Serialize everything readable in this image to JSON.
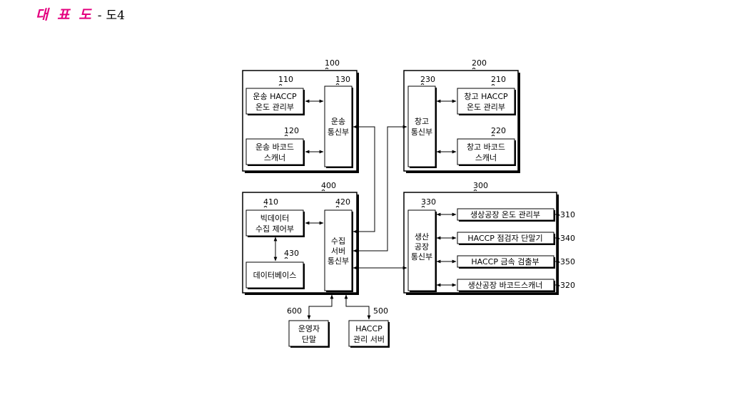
{
  "header": {
    "title": "대 표 도",
    "separator": "-",
    "figure": "도4"
  },
  "diagram": {
    "groups": {
      "g100": {
        "ref": "100"
      },
      "g200": {
        "ref": "200"
      },
      "g300": {
        "ref": "300"
      },
      "g400": {
        "ref": "400"
      }
    },
    "blocks": {
      "b110": {
        "ref": "110",
        "lines": [
          "운송 HACCP",
          "온도 관리부"
        ]
      },
      "b120": {
        "ref": "120",
        "lines": [
          "운송 바코드",
          "스캐너"
        ]
      },
      "b130": {
        "ref": "130",
        "lines": [
          "운송",
          "통신부"
        ]
      },
      "b230": {
        "ref": "230",
        "lines": [
          "창고",
          "통신부"
        ]
      },
      "b210": {
        "ref": "210",
        "lines": [
          "창고 HACCP",
          "온도 관리부"
        ]
      },
      "b220": {
        "ref": "220",
        "lines": [
          "창고 바코드",
          "스캐너"
        ]
      },
      "b410": {
        "ref": "410",
        "lines": [
          "빅데이터",
          "수집 제어부"
        ]
      },
      "b430": {
        "ref": "430",
        "lines": [
          "데이터베이스"
        ]
      },
      "b420": {
        "ref": "420",
        "lines": [
          "수집",
          "서버",
          "통신부"
        ]
      },
      "b330": {
        "ref": "330",
        "lines": [
          "생산",
          "공장",
          "통신부"
        ]
      },
      "b310": {
        "ref": "310",
        "lines": [
          "생상공장 온도 관리부"
        ]
      },
      "b340": {
        "ref": "340",
        "lines": [
          "HACCP 점검자 단말기"
        ]
      },
      "b350": {
        "ref": "350",
        "lines": [
          "HACCP 금속 검출부"
        ]
      },
      "b320": {
        "ref": "320",
        "lines": [
          "생산공장 바코드스캐너"
        ]
      },
      "b600": {
        "ref": "600",
        "lines": [
          "운영자",
          "단말"
        ]
      },
      "b500": {
        "ref": "500",
        "lines": [
          "HACCP",
          "관리 서버"
        ]
      }
    }
  }
}
